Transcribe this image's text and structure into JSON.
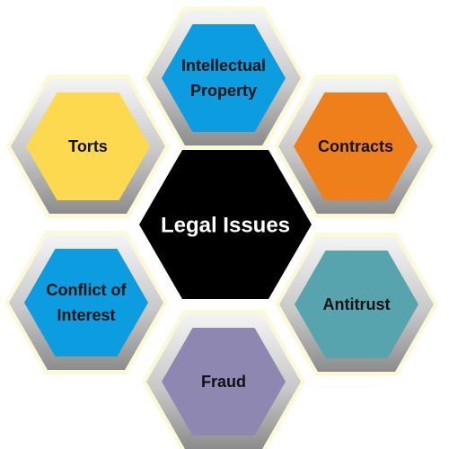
{
  "center": {
    "label": "Legal Issues",
    "color": "#000000"
  },
  "outer": [
    {
      "id": "intellectual-property",
      "lines": [
        "Intellectual",
        "Property"
      ],
      "color": "#0b9de0"
    },
    {
      "id": "contracts",
      "lines": [
        "Contracts"
      ],
      "color": "#ef7f1a"
    },
    {
      "id": "antitrust",
      "lines": [
        "Antitrust"
      ],
      "color": "#58a4ae"
    },
    {
      "id": "fraud",
      "lines": [
        "Fraud"
      ],
      "color": "#8d87b2"
    },
    {
      "id": "conflict-of-interest",
      "lines": [
        "Conflict of",
        "Interest"
      ],
      "color": "#0b9de0"
    },
    {
      "id": "torts",
      "lines": [
        "Torts"
      ],
      "color": "#fdd94f"
    }
  ],
  "colors": {
    "glow": "#fbf7c8",
    "frame_light": "#f2f2f2",
    "frame_dark": "#8c8c8c"
  }
}
